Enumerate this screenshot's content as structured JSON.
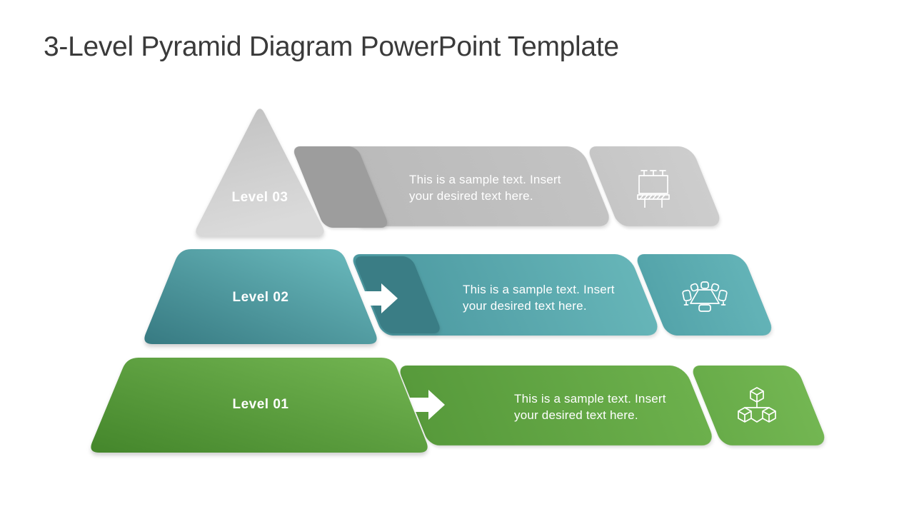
{
  "slide": {
    "title": "3-Level Pyramid Diagram PowerPoint Template"
  },
  "colors": {
    "title_text": "#3a3a3a",
    "text_on_shapes": "#ffffff",
    "level3_gray": "#c3c3c3",
    "level3_gray_dark": "#9d9d9d",
    "level2_teal": "#4b98a0",
    "level2_teal_dark": "#3a7d85",
    "level1_green": "#579a3b",
    "level1_green_light": "#73b652"
  },
  "levels": [
    {
      "label": "Level 03",
      "text_line1": "This is a sample text. Insert",
      "text_line2": "your desired text here.",
      "icon": "billboard-icon",
      "shape": "triangle"
    },
    {
      "label": "Level 02",
      "text_line1": "This is a sample text. Insert",
      "text_line2": "your desired text here.",
      "icon": "conference-table-icon",
      "shape": "trapezoid"
    },
    {
      "label": "Level 01",
      "text_line1": "This is a sample text. Insert",
      "text_line2": "your desired text here.",
      "icon": "cubes-icon",
      "shape": "trapezoid"
    }
  ]
}
